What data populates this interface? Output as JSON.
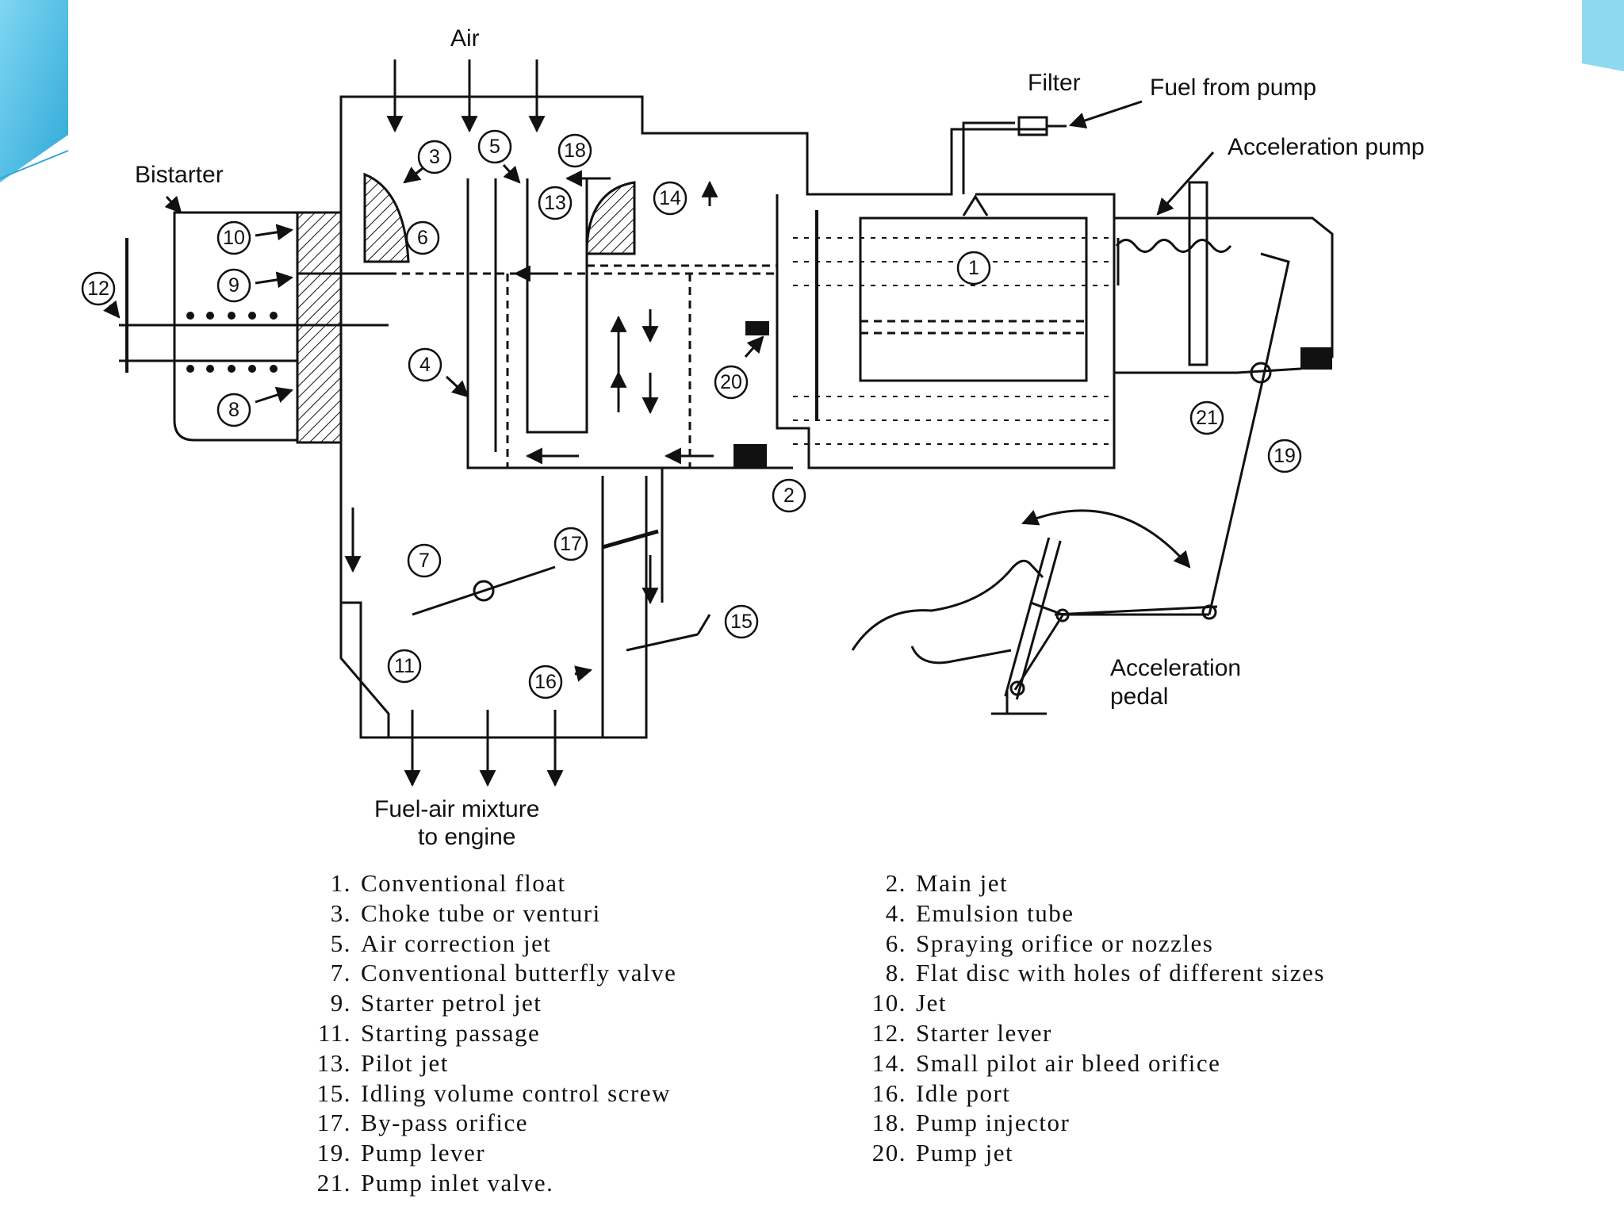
{
  "diagram": {
    "labels": {
      "air": "Air",
      "filter": "Filter",
      "fuel_from_pump": "Fuel from pump",
      "acceleration_pump": "Acceleration pump",
      "bistarter": "Bistarter",
      "acceleration_pedal_line1": "Acceleration",
      "acceleration_pedal_line2": "pedal",
      "mixture_line1": "Fuel-air mixture",
      "mixture_line2": "to engine"
    },
    "markers": [
      "1",
      "2",
      "3",
      "4",
      "5",
      "6",
      "7",
      "8",
      "9",
      "10",
      "11",
      "12",
      "13",
      "14",
      "15",
      "16",
      "17",
      "18",
      "19",
      "20",
      "21"
    ]
  },
  "legend": {
    "left": [
      {
        "num": "1.",
        "text": "Conventional float"
      },
      {
        "num": "3.",
        "text": "Choke tube or venturi"
      },
      {
        "num": "5.",
        "text": "Air correction jet"
      },
      {
        "num": "7.",
        "text": "Conventional butterfly valve"
      },
      {
        "num": "9.",
        "text": "Starter petrol jet"
      },
      {
        "num": "11.",
        "text": "Starting passage"
      },
      {
        "num": "13.",
        "text": "Pilot jet"
      },
      {
        "num": "15.",
        "text": "Idling volume control screw"
      },
      {
        "num": "17.",
        "text": "By-pass orifice"
      },
      {
        "num": "19.",
        "text": "Pump lever"
      },
      {
        "num": "21.",
        "text": "Pump inlet valve."
      }
    ],
    "right": [
      {
        "num": "2.",
        "text": "Main jet"
      },
      {
        "num": "4.",
        "text": "Emulsion tube"
      },
      {
        "num": "6.",
        "text": "Spraying orifice or nozzles"
      },
      {
        "num": "8.",
        "text": "Flat disc with holes of different sizes"
      },
      {
        "num": "10.",
        "text": "Jet"
      },
      {
        "num": "12.",
        "text": "Starter lever"
      },
      {
        "num": "14.",
        "text": "Small pilot air bleed orifice"
      },
      {
        "num": "16.",
        "text": "Idle port"
      },
      {
        "num": "18.",
        "text": "Pump injector"
      },
      {
        "num": "20.",
        "text": "Pump jet"
      }
    ]
  },
  "theme": {
    "accent_left": "#4fc3e8",
    "accent_right": "#8fd9f0"
  }
}
